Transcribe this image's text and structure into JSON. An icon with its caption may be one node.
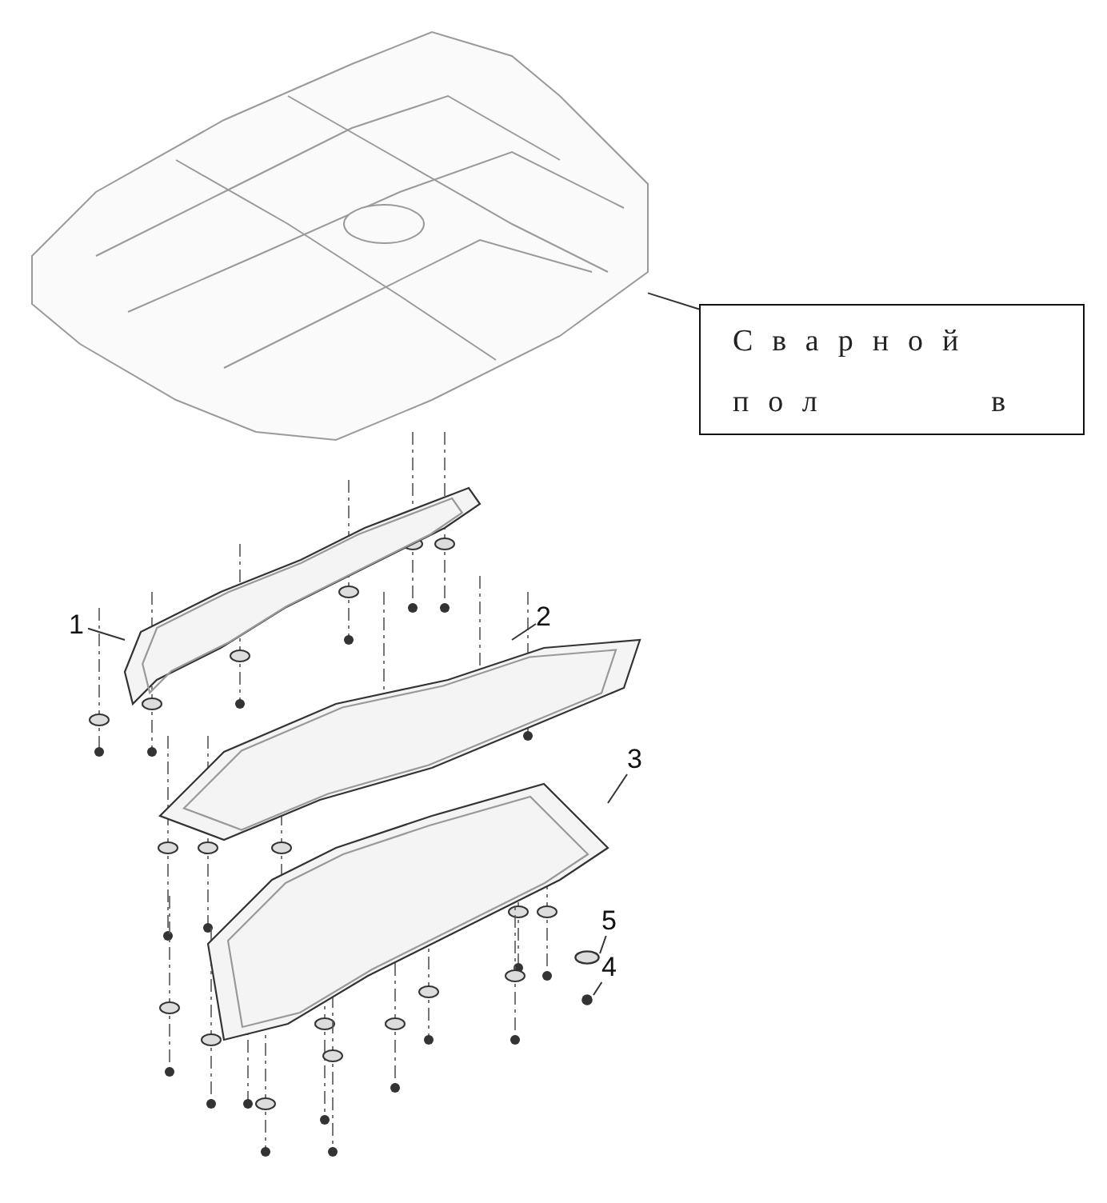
{
  "diagram": {
    "nodes": [
      {
        "text": [],
        "shape": "picture"
      },
      {
        "text": [
          "Сварной пол в"
        ]
      },
      {
        "text": [
          "1"
        ]
      },
      {
        "text": [],
        "shape": "picture"
      },
      {
        "text": [
          "2"
        ]
      },
      {
        "text": [],
        "shape": "picture"
      },
      {
        "text": [
          "3"
        ]
      },
      {
        "text": [],
        "shape": "picture"
      },
      {
        "text": [
          "5"
        ]
      },
      {
        "text": [],
        "shape": "circle"
      },
      {
        "text": [
          "4"
        ]
      },
      {
        "text": [],
        "shape": "circle"
      }
    ],
    "edges": [
      {
        "from": 1,
        "to": 0,
        "arrow": "none"
      },
      {
        "from": 2,
        "to": 3,
        "arrow": "none"
      },
      {
        "from": 4,
        "to": 5,
        "arrow": "none"
      },
      {
        "from": 6,
        "to": 7,
        "arrow": "none"
      },
      {
        "from": 8,
        "to": 9,
        "arrow": "none"
      },
      {
        "from": 10,
        "to": 11,
        "arrow": "none"
      }
    ]
  }
}
